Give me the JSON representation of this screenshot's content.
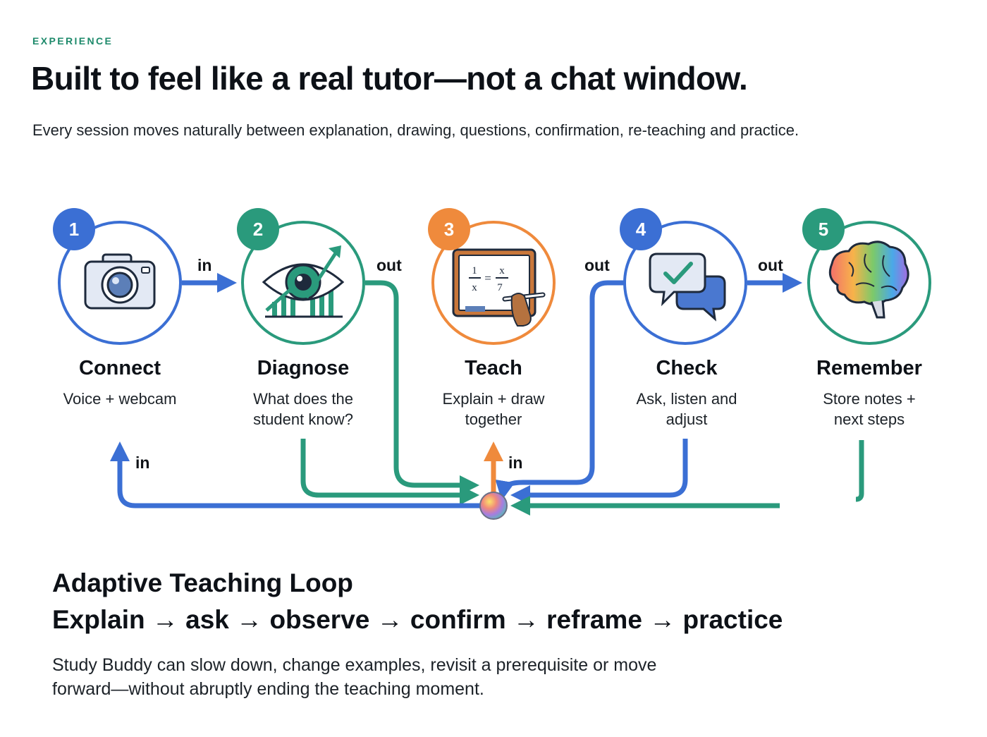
{
  "header": {
    "eyebrow": "EXPERIENCE",
    "title": "Built to feel like a real tutor—not a chat window.",
    "subtitle": "Every session moves naturally between explanation, drawing, questions, confirmation, re-teaching and practice."
  },
  "colors": {
    "blue": "#3b6fd4",
    "teal": "#2a9a7c",
    "orange": "#ef8a3c",
    "eyebrow": "#1e8a6b"
  },
  "steps": [
    {
      "number": "1",
      "title": "Connect",
      "desc_lines": [
        "Voice + webcam"
      ],
      "icon": "camera-icon",
      "color": "#3b6fd4"
    },
    {
      "number": "2",
      "title": "Diagnose",
      "desc_lines": [
        "What does the",
        "student know?"
      ],
      "icon": "eye-chart-icon",
      "color": "#2a9a7c"
    },
    {
      "number": "3",
      "title": "Teach",
      "desc_lines": [
        "Explain + draw",
        "together"
      ],
      "icon": "whiteboard-icon",
      "color": "#ef8a3c"
    },
    {
      "number": "4",
      "title": "Check",
      "desc_lines": [
        "Ask, listen and",
        "adjust"
      ],
      "icon": "chat-check-icon",
      "color": "#3b6fd4"
    },
    {
      "number": "5",
      "title": "Remember",
      "desc_lines": [
        "Store notes +",
        "next steps"
      ],
      "icon": "brain-icon",
      "color": "#2a9a7c"
    }
  ],
  "flow_labels": {
    "connect_to_diagnose": "in",
    "diagnose_out": "out",
    "check_in": "out",
    "check_to_remember": "out",
    "hub_to_connect": "in",
    "hub_to_teach": "in"
  },
  "board_math": {
    "a": "1",
    "b": "x",
    "eq": "=",
    "c": "x",
    "d": "7"
  },
  "loop": {
    "title": "Adaptive Teaching Loop",
    "sequence": "Explain → ask → observe → confirm → reframe → practice",
    "body": "Study Buddy can slow down, change examples, revisit a prerequisite or move forward—without abruptly ending the teaching moment."
  }
}
